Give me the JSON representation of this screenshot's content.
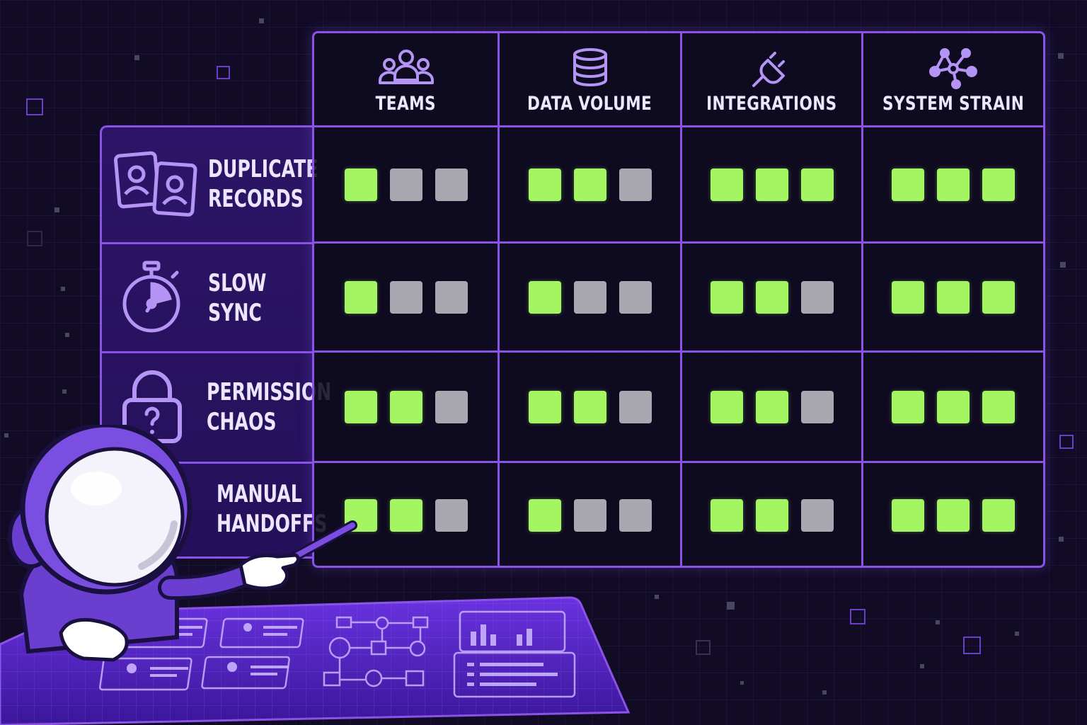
{
  "columns": [
    {
      "label": "TEAMS",
      "icon": "team-icon"
    },
    {
      "label": "DATA VOLUME",
      "icon": "database-icon"
    },
    {
      "label": "INTEGRATIONS",
      "icon": "plug-icon"
    },
    {
      "label": "SYSTEM STRAIN",
      "icon": "network-icon"
    }
  ],
  "rows": [
    {
      "line1": "DUPLICATE",
      "line2": "RECORDS",
      "icon": "duplicate-profiles-icon"
    },
    {
      "line1": "SLOW",
      "line2": "SYNC",
      "icon": "stopwatch-icon"
    },
    {
      "line1": "PERMISSION",
      "line2": "CHAOS",
      "icon": "lock-question-icon"
    },
    {
      "line1": "MANUAL",
      "line2": "HANDOFFS",
      "icon": "hand-off-icon"
    }
  ],
  "levels": [
    [
      1,
      2,
      3,
      3
    ],
    [
      1,
      1,
      2,
      3
    ],
    [
      2,
      2,
      2,
      3
    ],
    [
      2,
      1,
      2,
      3
    ]
  ],
  "max_level": 3,
  "colors": {
    "accent": "#8a52e6",
    "active": "#a4f562",
    "inactive": "#a9a8b0",
    "background": "#110b26"
  }
}
